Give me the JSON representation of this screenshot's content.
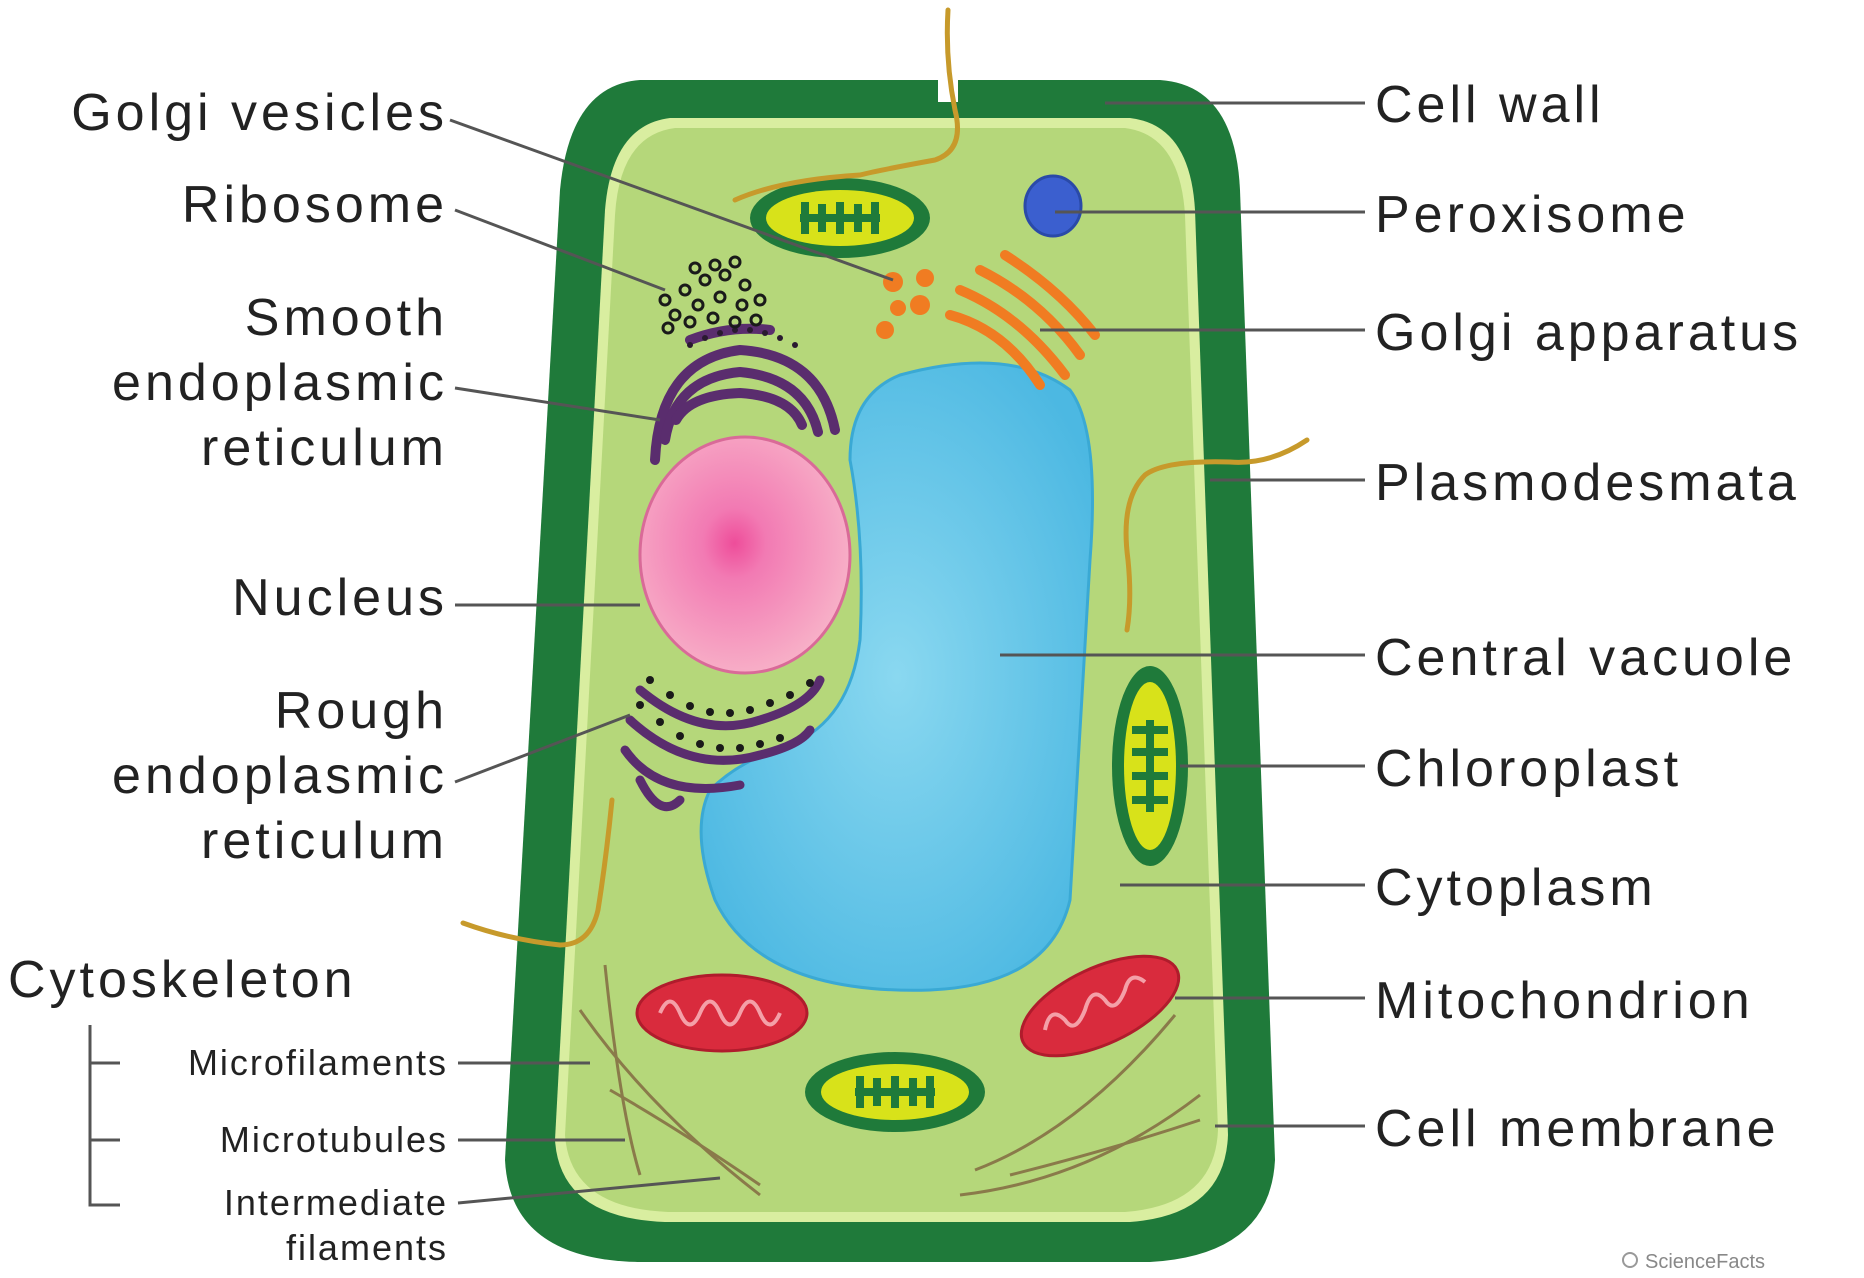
{
  "diagram": {
    "labels_left": {
      "golgi_vesicles": "Golgi vesicles",
      "ribosome": "Ribosome",
      "smooth_er": [
        "Smooth",
        "endoplasmic",
        "reticulum"
      ],
      "nucleus": "Nucleus",
      "rough_er": [
        "Rough",
        "endoplasmic",
        "reticulum"
      ],
      "cytoskeleton": "Cytoskeleton",
      "microfilaments": "Microfilaments",
      "microtubules": "Microtubules",
      "intermediate_filaments": [
        "Intermediate",
        "filaments"
      ]
    },
    "labels_right": {
      "cell_wall": "Cell wall",
      "peroxisome": "Peroxisome",
      "golgi_apparatus": "Golgi apparatus",
      "plasmodesmata": "Plasmodesmata",
      "central_vacuole": "Central vacuole",
      "chloroplast": "Chloroplast",
      "cytoplasm": "Cytoplasm",
      "mitochondrion": "Mitochondrion",
      "cell_membrane": "Cell membrane"
    },
    "watermark": "ScienceFacts"
  },
  "colors": {
    "cell_wall": "#1f7a3a",
    "cytoplasm": "#b5d77a",
    "membrane": "#d9eea0",
    "vacuole": "#5cc4e6",
    "nucleus": "#f6a5c0",
    "nucleolus": "#ee4d9a",
    "er": "#5a2d6e",
    "golgi": "#f07c22",
    "chloroplast_outer": "#1f7a3a",
    "chloroplast_inner": "#d8e21a",
    "mitochondrion": "#d92b3d",
    "peroxisome": "#3b5fcf",
    "filaments": "#8a7a4a"
  }
}
